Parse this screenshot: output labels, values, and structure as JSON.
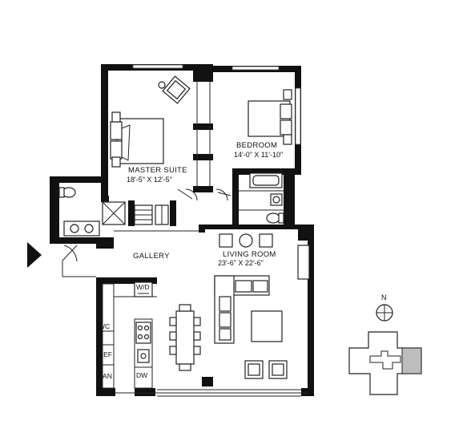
{
  "rooms": {
    "master_suite": {
      "name": "MASTER SUITE",
      "dims": "18'-5\" X 12'-5\""
    },
    "bedroom": {
      "name": "BEDROOM",
      "dims": "14'-0\" X 11'-10\""
    },
    "living_room": {
      "name": "LIVING ROOM",
      "dims": "23'-6\" X 22'-6\""
    },
    "gallery": {
      "name": "GALLERY"
    }
  },
  "tags": {
    "wd": "W/D",
    "wc": "WC",
    "ref": "REF",
    "pan": "PAN",
    "dw": "DW"
  },
  "compass": {
    "label": "N"
  },
  "colors": {
    "walls": "#111111",
    "key_plan_highlight": "#bdbdbd",
    "fixtures": "#ffffff"
  }
}
